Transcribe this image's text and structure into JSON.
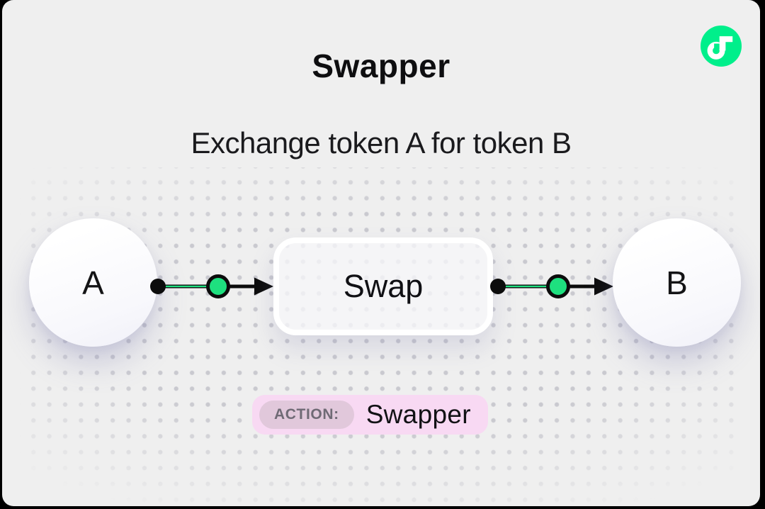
{
  "header": {
    "title": "Swapper",
    "subtitle": "Exchange token A for token B"
  },
  "logo": {
    "name": "flow-logo",
    "color": "#00EF8B"
  },
  "diagram": {
    "nodes": [
      {
        "id": "token-a",
        "label": "A",
        "shape": "circle"
      },
      {
        "id": "swap",
        "label": "Swap",
        "shape": "rounded-box"
      },
      {
        "id": "token-b",
        "label": "B",
        "shape": "circle"
      }
    ],
    "edges": [
      {
        "from": "token-a",
        "to": "swap",
        "style": "arrow-with-green-node"
      },
      {
        "from": "swap",
        "to": "token-b",
        "style": "arrow-with-green-node"
      }
    ],
    "colors": {
      "connector_green": "#1EE07F",
      "line_black": "#0c0c0c",
      "background": "#EFEFEF"
    }
  },
  "action_badge": {
    "label": "ACTION:",
    "value": "Swapper",
    "bg": "#F8D9F3",
    "label_bg": "#E1C8DB"
  }
}
